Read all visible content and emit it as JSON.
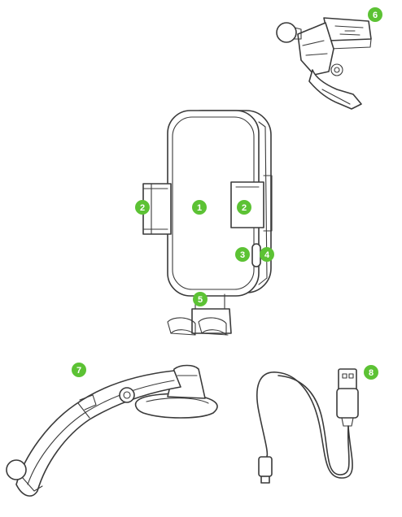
{
  "accent_color": "#5cc234",
  "callouts": [
    {
      "number": "1",
      "part": "phone-holder-body"
    },
    {
      "number": "2",
      "part": "left-side-arm"
    },
    {
      "number": "2",
      "part": "right-side-arm"
    },
    {
      "number": "3",
      "part": "side-button"
    },
    {
      "number": "4",
      "part": "side-button"
    },
    {
      "number": "5",
      "part": "bottom-support-feet"
    },
    {
      "number": "6",
      "part": "air-vent-clip"
    },
    {
      "number": "7",
      "part": "dashboard-suction-arm"
    },
    {
      "number": "8",
      "part": "usb-cable"
    }
  ]
}
